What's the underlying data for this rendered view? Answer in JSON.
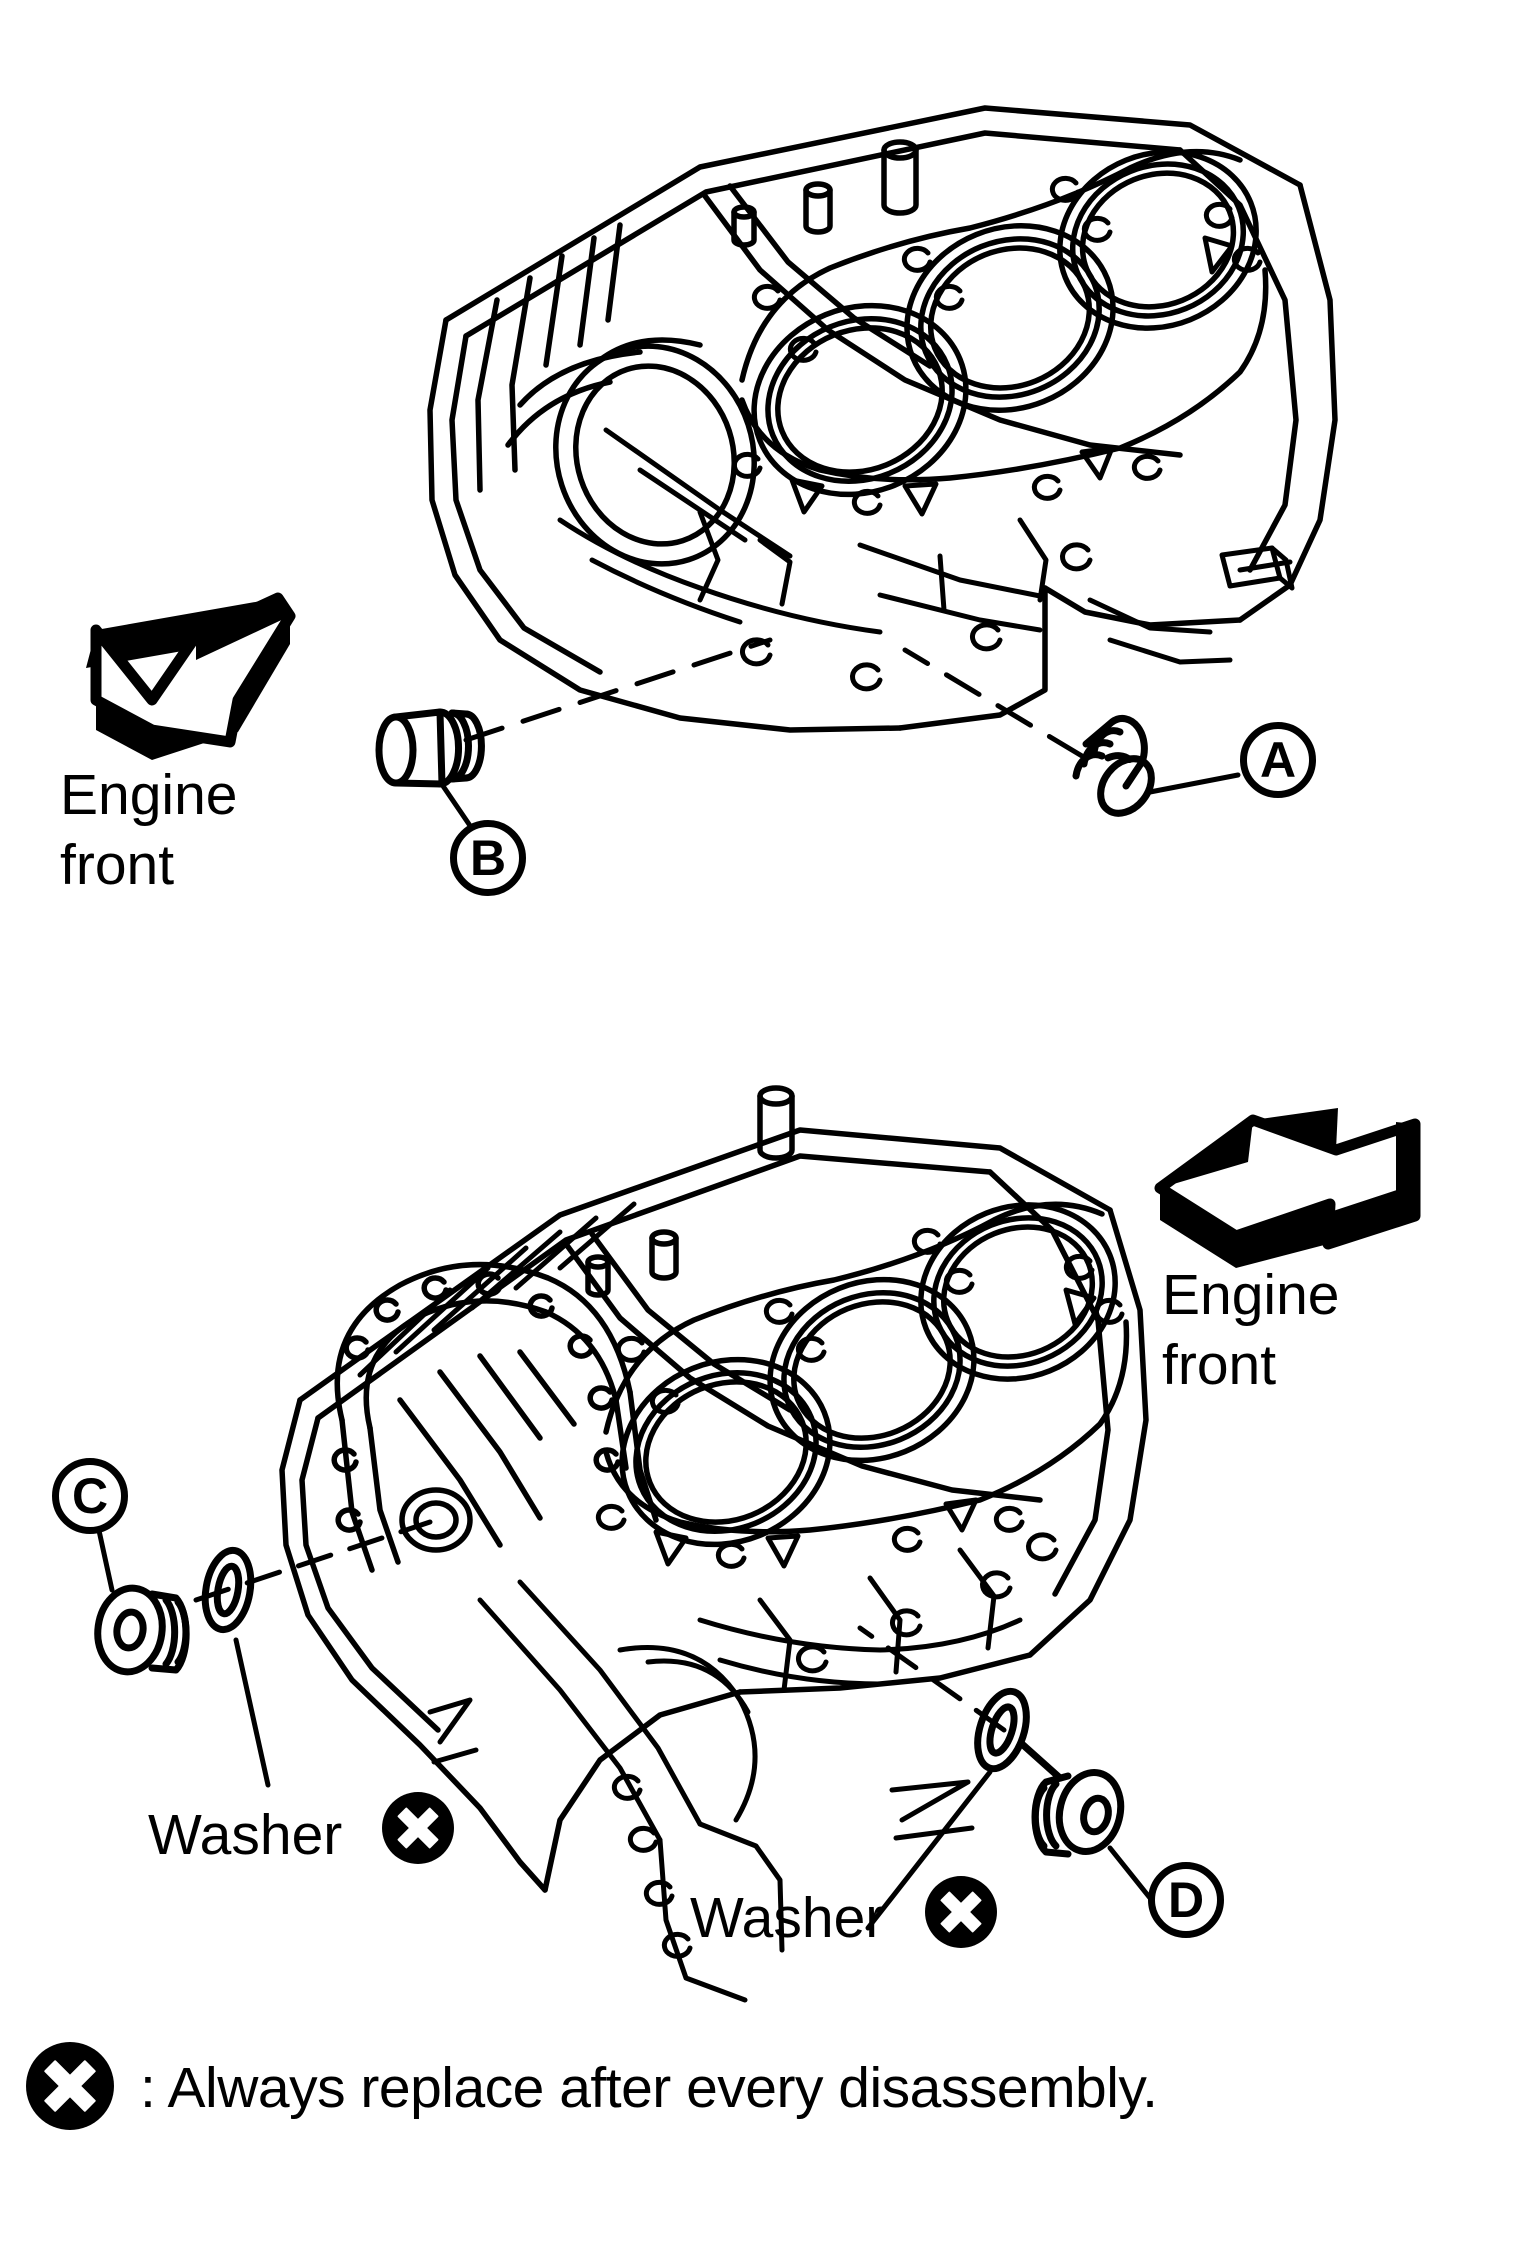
{
  "document": {
    "type": "technical-exploded-diagram",
    "subject": "Engine cylinder block — plug and washer locations",
    "background_color": "#ffffff",
    "ink_color": "#000000"
  },
  "upper_figure": {
    "name": "upper-engine-block-figure",
    "direction_indicator": {
      "icon": "engine-front-arrow-left-icon",
      "line1": "Engine",
      "line2": "front",
      "points": "left-down"
    },
    "callouts": [
      {
        "id": "A",
        "label": "A",
        "part": "threaded-plug",
        "side": "right"
      },
      {
        "id": "B",
        "label": "B",
        "part": "threaded-plug",
        "side": "left"
      }
    ]
  },
  "lower_figure": {
    "name": "lower-engine-block-figure",
    "direction_indicator": {
      "icon": "engine-front-arrow-right-icon",
      "line1": "Engine",
      "line2": "front",
      "points": "right-up"
    },
    "callouts": [
      {
        "id": "C",
        "label": "C",
        "part": "drain-plug",
        "side": "left"
      },
      {
        "id": "D",
        "label": "D",
        "part": "drain-plug",
        "side": "right"
      }
    ],
    "washer_labels": [
      {
        "text": "Washer",
        "symbol": "replace-x-icon"
      },
      {
        "text": "Washer",
        "symbol": "replace-x-icon"
      }
    ]
  },
  "legend": {
    "symbol": "replace-x-icon",
    "text": ": Always replace after every disassembly."
  }
}
